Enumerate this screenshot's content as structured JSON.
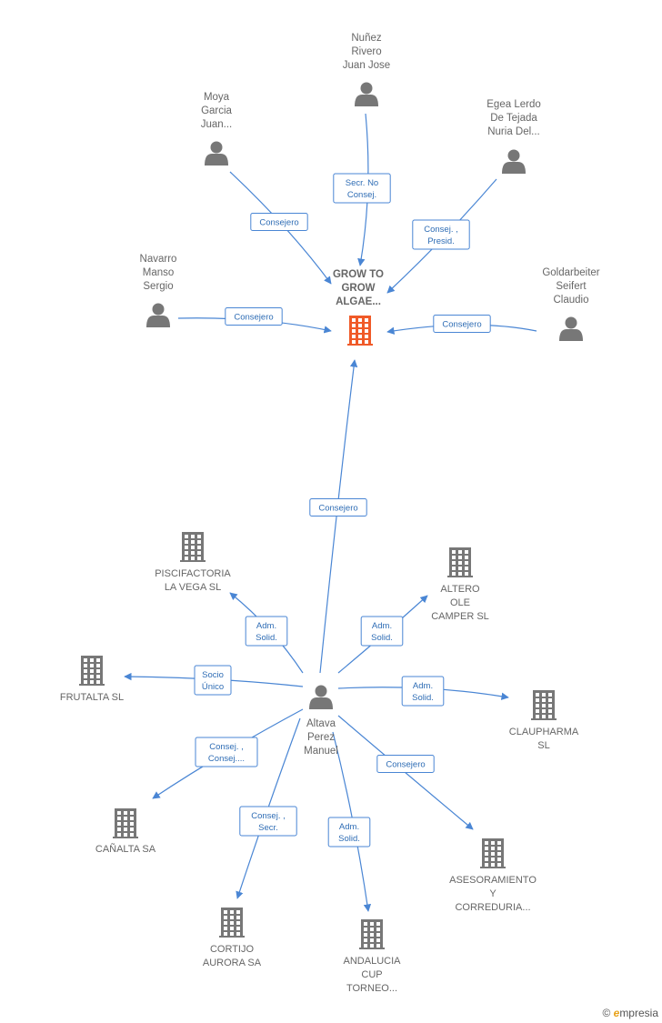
{
  "main_node": {
    "lines": [
      "GROW TO",
      "GROW",
      "ALGAE..."
    ],
    "color": "#f05a28"
  },
  "persons": [
    {
      "id": "moya",
      "lines": [
        "Moya",
        "Garcia",
        "Juan..."
      ]
    },
    {
      "id": "nunez",
      "lines": [
        "Nuñez",
        "Rivero",
        "Juan Jose"
      ]
    },
    {
      "id": "egea",
      "lines": [
        "Egea Lerdo",
        "De Tejada",
        "Nuria Del..."
      ]
    },
    {
      "id": "navarro",
      "lines": [
        "Navarro",
        "Manso",
        "Sergio"
      ]
    },
    {
      "id": "goldarbeiter",
      "lines": [
        "Goldarbeiter",
        "Seifert",
        "Claudio"
      ]
    },
    {
      "id": "altava",
      "lines": [
        "Altava",
        "Perez",
        "Manuel"
      ]
    }
  ],
  "companies": [
    {
      "id": "piscifactoria",
      "lines": [
        "PISCIFACTORIA",
        "LA VEGA  SL"
      ]
    },
    {
      "id": "altero",
      "lines": [
        "ALTERO",
        "OLE",
        "CAMPER  SL"
      ]
    },
    {
      "id": "frutalta",
      "lines": [
        "FRUTALTA SL"
      ]
    },
    {
      "id": "claupharma",
      "lines": [
        "CLAUPHARMA",
        "SL"
      ]
    },
    {
      "id": "canalta",
      "lines": [
        "CAÑALTA SA"
      ]
    },
    {
      "id": "asesoramiento",
      "lines": [
        "ASESORAMIENTO",
        "Y",
        "CORREDURIA..."
      ]
    },
    {
      "id": "cortijo",
      "lines": [
        "CORTIJO",
        "AURORA SA"
      ]
    },
    {
      "id": "andalucia",
      "lines": [
        "ANDALUCIA",
        "CUP",
        "TORNEO..."
      ]
    }
  ],
  "edges": [
    {
      "from": "moya",
      "to": "main",
      "label": [
        "Consejero"
      ]
    },
    {
      "from": "nunez",
      "to": "main",
      "label": [
        "Secr.  No",
        "Consej."
      ]
    },
    {
      "from": "egea",
      "to": "main",
      "label": [
        "Consej. ,",
        "Presid."
      ]
    },
    {
      "from": "navarro",
      "to": "main",
      "label": [
        "Consejero"
      ]
    },
    {
      "from": "goldarbeiter",
      "to": "main",
      "label": [
        "Consejero"
      ]
    },
    {
      "from": "altava",
      "to": "main",
      "label": [
        "Consejero"
      ]
    },
    {
      "from": "altava",
      "to": "piscifactoria",
      "label": [
        "Adm.",
        "Solid."
      ]
    },
    {
      "from": "altava",
      "to": "altero",
      "label": [
        "Adm.",
        "Solid."
      ]
    },
    {
      "from": "altava",
      "to": "frutalta",
      "label": [
        "Socio",
        "Único"
      ]
    },
    {
      "from": "altava",
      "to": "claupharma",
      "label": [
        "Adm.",
        "Solid."
      ]
    },
    {
      "from": "altava",
      "to": "canalta",
      "label": [
        "Consej. ,",
        "Consej...."
      ]
    },
    {
      "from": "altava",
      "to": "asesoramiento",
      "label": [
        "Consejero"
      ]
    },
    {
      "from": "altava",
      "to": "cortijo",
      "label": [
        "Consej. ,",
        "Secr."
      ]
    },
    {
      "from": "altava",
      "to": "andalucia",
      "label": [
        "Adm.",
        "Solid."
      ]
    }
  ],
  "colors": {
    "edge": "#4a86d4",
    "label_border": "#4a86d4",
    "icon_gray": "#777777"
  },
  "brand": {
    "copyright": "©",
    "initial": "e",
    "name": "mpresia"
  }
}
